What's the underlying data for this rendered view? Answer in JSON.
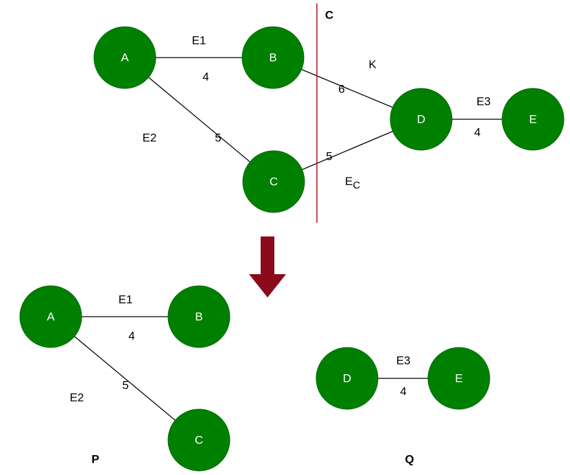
{
  "colors": {
    "node": "#008000",
    "cut_line": "#b22222",
    "arrow": "#8b0a1a"
  },
  "top": {
    "cut_label": "C",
    "nodes": {
      "a": "A",
      "b": "B",
      "c": "C",
      "d": "D",
      "e": "E"
    },
    "edges": {
      "ab": {
        "name": "E1",
        "weight": "4"
      },
      "ac": {
        "name": "E2",
        "weight": "5"
      },
      "bd": {
        "name": "K",
        "weight": "6"
      },
      "cd": {
        "name": "E",
        "name_sub": "C",
        "weight": "5"
      },
      "de": {
        "name": "E3",
        "weight": "4"
      }
    }
  },
  "bottom": {
    "p": {
      "label": "P",
      "nodes": {
        "a": "A",
        "b": "B",
        "c": "C"
      },
      "edges": {
        "ab": {
          "name": "E1",
          "weight": "4"
        },
        "ac": {
          "name": "E2",
          "weight": "5"
        }
      }
    },
    "q": {
      "label": "Q",
      "nodes": {
        "d": "D",
        "e": "E"
      },
      "edges": {
        "de": {
          "name": "E3",
          "weight": "4"
        }
      }
    }
  }
}
